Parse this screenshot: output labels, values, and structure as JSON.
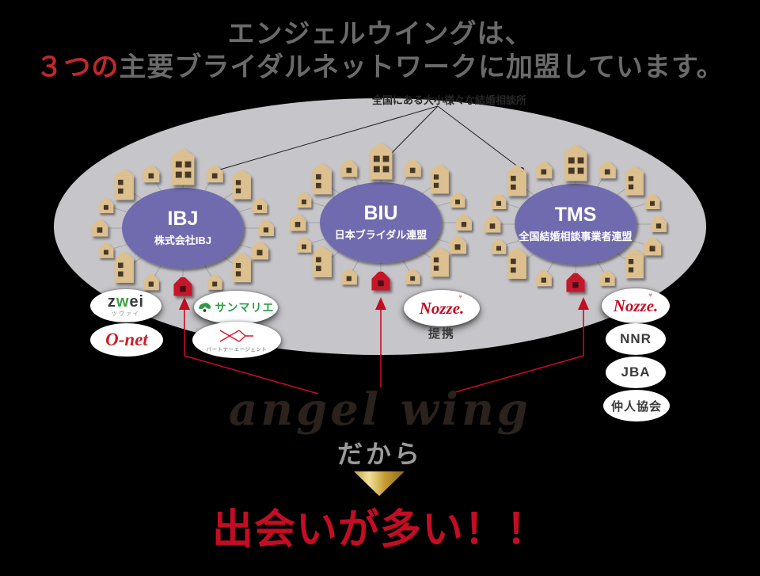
{
  "headline": {
    "line1": "エンジェルウイングは、",
    "line2_highlight": "３つの",
    "line2_rest": "主要ブライダルネットワークに加盟しています。"
  },
  "network_caption": "全国にある大小様々な結婚相談所",
  "clusters": [
    {
      "id": "ibj",
      "name": "IBJ",
      "org": "株式会社IBJ"
    },
    {
      "id": "biu",
      "name": "BIU",
      "org": "日本ブライダル連盟"
    },
    {
      "id": "tms",
      "name": "TMS",
      "org": "全国結婚相談事業者連盟"
    }
  ],
  "badges": {
    "zwei": {
      "p1": "z",
      "p2": "w",
      "p3": "ei",
      "sub": "ツヴァイ"
    },
    "onet": {
      "text": "O-net"
    },
    "sunmarie": {
      "text": "サンマリエ"
    },
    "partner_agent": {
      "text": "パートナーエージェント"
    },
    "nozze_center": {
      "text": "Nozze.",
      "caption": "提携"
    },
    "nozze_right": {
      "text": "Nozze."
    },
    "nnr": {
      "text": "NNR"
    },
    "jba": {
      "text": "JBA"
    },
    "nakodo": {
      "text": "仲人協会"
    }
  },
  "footer": {
    "brand": "angel wing",
    "connector": "だから",
    "result": "出会いが多い！！"
  },
  "colors": {
    "accent_red": "#C30D23",
    "house_red": "#C6172B",
    "network_purple": "#6F6BAE",
    "field_gray": "#C6C5C9",
    "house_tan": "#DCC08F",
    "house_window": "#473728",
    "red_house_window": "#471016",
    "connector_gray": "#A3A2A8",
    "thin_line": "#1F1F1F",
    "gold": "#C9A227",
    "green": "#2E9A47"
  }
}
